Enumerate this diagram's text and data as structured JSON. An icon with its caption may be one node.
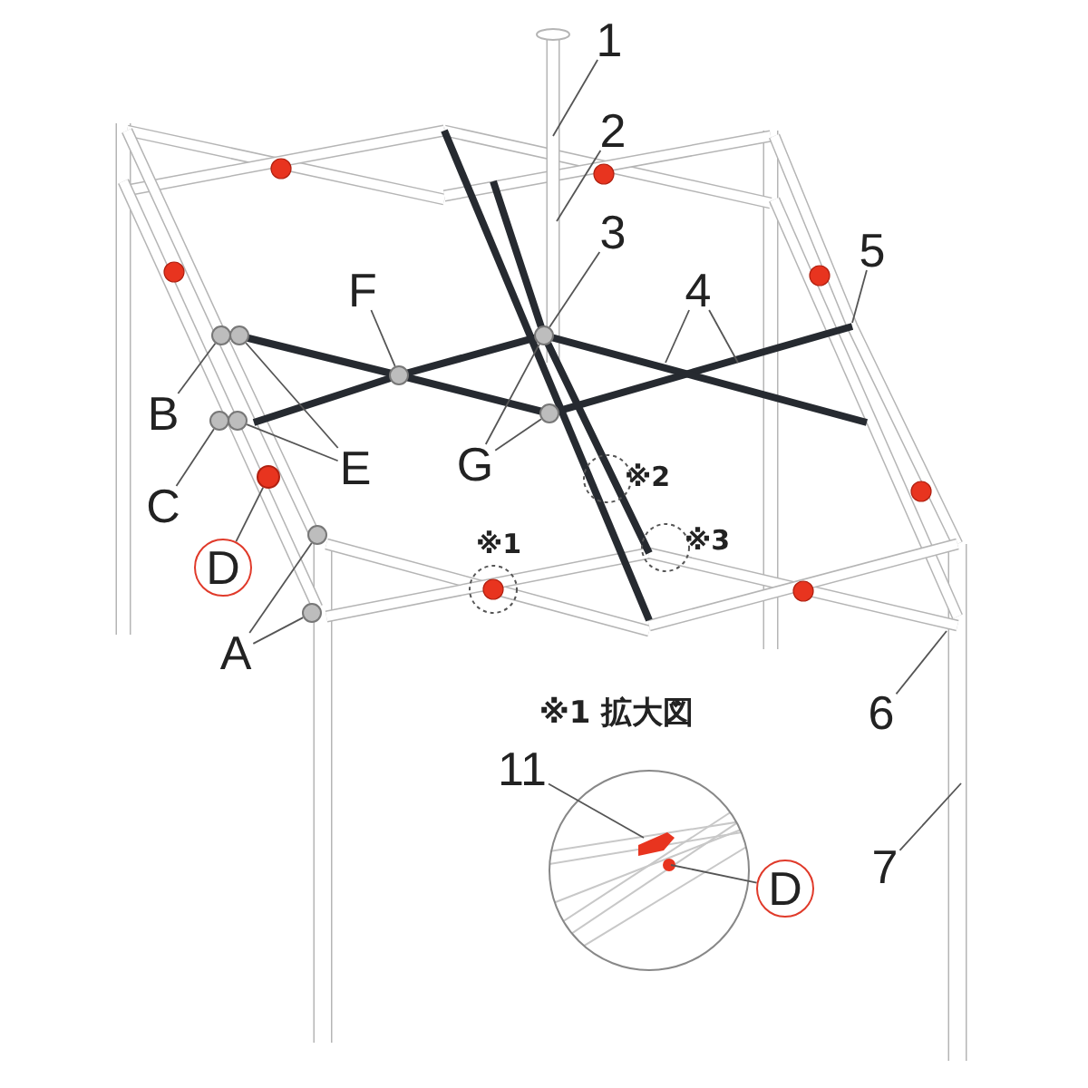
{
  "diagram": {
    "nodes": [
      {
        "text": [
          "1"
        ]
      },
      {
        "text": [
          "2"
        ]
      },
      {
        "text": [
          "3"
        ]
      },
      {
        "text": [
          "4"
        ]
      },
      {
        "text": [
          "5"
        ]
      },
      {
        "text": [
          "F"
        ]
      },
      {
        "text": [
          "B"
        ]
      },
      {
        "text": [
          "E"
        ]
      },
      {
        "text": [
          "C"
        ]
      },
      {
        "text": [
          "D"
        ]
      },
      {
        "text": [
          "A"
        ]
      },
      {
        "text": [
          "G"
        ]
      },
      {
        "text": [
          "6"
        ]
      },
      {
        "text": [
          "7"
        ]
      },
      {
        "text": [
          "11"
        ]
      },
      {
        "text": [
          "D"
        ]
      },
      {
        "text": [],
        "shape": "circle"
      },
      {
        "text": [],
        "shape": "circle"
      },
      {
        "text": [],
        "shape": "circle"
      },
      {
        "text": [],
        "shape": "circle"
      },
      {
        "text": [],
        "shape": "circle"
      },
      {
        "text": [],
        "shape": "circle"
      },
      {
        "text": [],
        "shape": "circle"
      },
      {
        "text": [],
        "shape": "circle"
      },
      {
        "text": [],
        "shape": "circle"
      },
      {
        "text": [],
        "shape": "circle"
      }
    ],
    "edges": [
      {
        "from": 0,
        "to": null,
        "arrow": "none"
      },
      {
        "from": 1,
        "to": null,
        "arrow": "none"
      },
      {
        "from": 2,
        "to": 21,
        "arrow": "none"
      },
      {
        "from": 3,
        "to": null,
        "arrow": "none"
      },
      {
        "from": 3,
        "to": null,
        "arrow": "none"
      },
      {
        "from": 4,
        "to": null,
        "arrow": "none"
      },
      {
        "from": 5,
        "to": 20,
        "arrow": "none"
      },
      {
        "from": 6,
        "to": 16,
        "arrow": "none"
      },
      {
        "from": 7,
        "to": 17,
        "arrow": "none"
      },
      {
        "from": 7,
        "to": 19,
        "arrow": "none"
      },
      {
        "from": 8,
        "to": 18,
        "arrow": "none"
      },
      {
        "from": 9,
        "to": 23,
        "arrow": "none"
      },
      {
        "from": 10,
        "to": 24,
        "arrow": "none"
      },
      {
        "from": 10,
        "to": 25,
        "arrow": "none"
      },
      {
        "from": 11,
        "to": 21,
        "arrow": "none"
      },
      {
        "from": 11,
        "to": 22,
        "arrow": "none"
      },
      {
        "from": 12,
        "to": null,
        "arrow": "none"
      },
      {
        "from": 13,
        "to": null,
        "arrow": "none"
      },
      {
        "from": 14,
        "to": null,
        "arrow": "none"
      },
      {
        "from": 15,
        "to": null,
        "arrow": "none"
      }
    ],
    "labels": [
      "※1",
      "※2",
      "※3",
      "※1 拡大図"
    ]
  }
}
